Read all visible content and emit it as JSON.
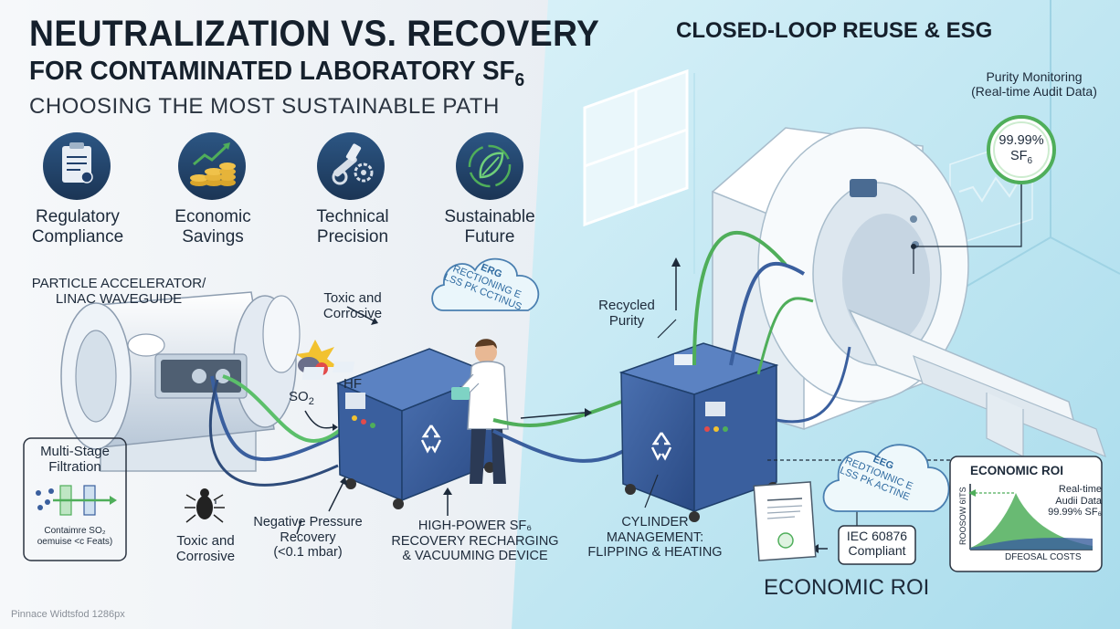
{
  "header": {
    "title_line1": "NEUTRALIZATION VS. RECOVERY",
    "title_line2_prefix": "FOR CONTAMINATED LABORATORY SF",
    "title_line2_sub": "6",
    "subtitle": "CHOOSING THE MOST SUSTAINABLE PATH"
  },
  "pillars": [
    {
      "label_1": "Regulatory",
      "label_2": "Compliance",
      "icon": "clipboard-icon"
    },
    {
      "label_1": "Economic",
      "label_2": "Savings",
      "icon": "coins-growth-icon"
    },
    {
      "label_1": "Technical",
      "label_2": "Precision",
      "icon": "wrench-gear-icon"
    },
    {
      "label_1": "Sustainable",
      "label_2": "Future",
      "icon": "leaf-recycle-icon"
    }
  ],
  "left_section": {
    "accelerator_1": "PARTICLE ACCELERATOR/",
    "accelerator_2": "LINAC WAVEGUIDE",
    "toxic_top_1": "Toxic and",
    "toxic_top_2": "Corrosive",
    "hf": "HF",
    "so2_prefix": "SO",
    "so2_sub": "2",
    "filtration_1": "Multi-Stage",
    "filtration_2": "Filtration",
    "filtration_note_1": "Contaimre SO₂",
    "filtration_note_2": "oemuise <c Feats)",
    "toxic_bottom_1": "Toxic and",
    "toxic_bottom_2": "Corrosive",
    "negative_1": "Negative Pressure",
    "negative_2": "Recovery",
    "negative_3": "(<0.1 mbar)",
    "device_1": "HIGH-POWER SF₆",
    "device_2": "RECOVERY RECHARGING",
    "device_3": "& VACUUMING DEVICE",
    "cloud_1": "ERG",
    "cloud_2": "RECTIONING E",
    "cloud_3": "LSS PK CCTINUS"
  },
  "right_section": {
    "title": "CLOSED-LOOP REUSE & ESG",
    "monitor_1": "Purity Monitoring",
    "monitor_2": "(Real-time Audit Data)",
    "purity_value": "99.99%",
    "purity_unit_prefix": "SF",
    "purity_unit_sub": "6",
    "recycled_1": "Recycled",
    "recycled_2": "Purity",
    "cloud_1": "EEG",
    "cloud_2": "REDTIONNIC E",
    "cloud_3": "LSS PK ACTINE",
    "cylinder_1": "CYLINDER",
    "cylinder_2": "MANAGEMENT:",
    "cylinder_3": "FLIPPING & HEATING",
    "iec_1": "IEC 60876",
    "iec_2": "Compliant",
    "roi_card_title": "ECONOMIC ROI",
    "roi_card_line1": "Real-time",
    "roi_card_line2": "Audii Data",
    "roi_card_line3": "99.99% SF₆",
    "roi_card_xlabel": "DFEOSAL COSTS",
    "roi_card_ylabel": "ROOSOW 6ITS",
    "roi_bottom": "ECONOMIC ROI"
  },
  "footer": "Pinnace Widtsfod 1286px",
  "colors": {
    "navy": "#1f3f6b",
    "machine_blue": "#3a5f9e",
    "accent_green": "#4fae5a",
    "gold": "#d9a52b",
    "sky": "#cdebf5"
  }
}
